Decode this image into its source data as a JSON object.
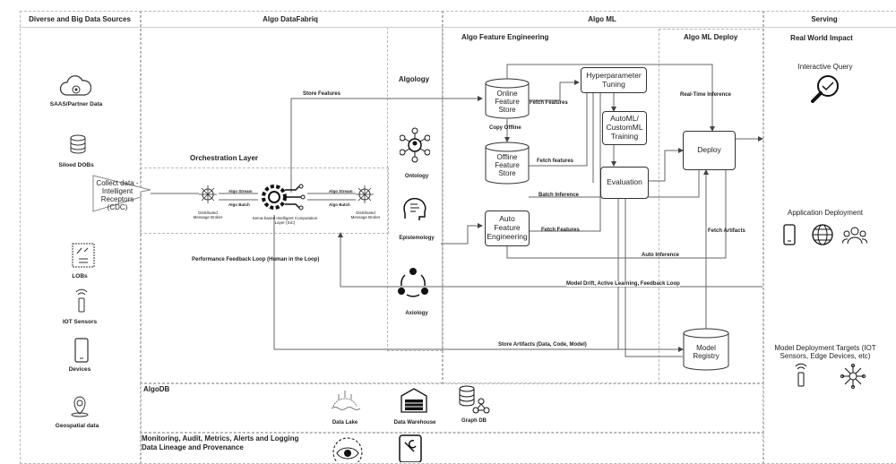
{
  "sections": {
    "sources": "Diverse and Big Data Sources",
    "datafabriq": "Algo DataFabriq",
    "ml": "Algo ML",
    "serving": "Serving"
  },
  "sources": {
    "saas": "SAAS/Partner Data",
    "siloed": "Siloed DOBs",
    "lobs": "LOBs",
    "iot": "IOT Sensors",
    "devices": "Devices",
    "geo": "Geospatial data"
  },
  "fabriq": {
    "orchestration": "Orchestration Layer",
    "collect": "Collect data - Intelligent Receptors (CDC)",
    "store_features": "Store Features",
    "broker_left": "Distributed Message Broker",
    "broker_right": "Distributed Message Broker",
    "engine": "Sema-based Intelligent Computation Layer (SiC)",
    "algo_stream_l": "Algo Stream",
    "algo_batch_l": "Algo Batch",
    "algo_stream_r": "Algo Stream",
    "algo_batch_r": "Algo Batch",
    "perf_loop": "Performance Feedback Loop (Human in the Loop)"
  },
  "algology": {
    "title": "Algology",
    "ontology": "Ontology",
    "epistemology": "Epistemology",
    "axiology": "Axiology"
  },
  "ml": {
    "feature_eng": "Algo Feature Engineering",
    "deploy_title": "Algo ML Deploy",
    "online_store": "Online Feature Store",
    "offline_store": "Offline Feature Store",
    "auto_fe": "Auto Feature Engineering",
    "hyper": "Hyperparameter Tuning",
    "automl": "AutoML/ CustomML Training",
    "evaluation": "Evaluation",
    "deploy": "Deploy",
    "registry": "Model Registry",
    "fetch_features_1": "Fetch Features",
    "copy_offline": "Copy Offline",
    "fetch_features_2": "Fetch features",
    "batch_inference": "Batch Inference",
    "fetch_features_3": "Fetch Features",
    "realtime": "Real-Time Inference",
    "auto_inference": "Auto Inference",
    "fetch_artifacts": "Fetch Artifacts",
    "drift": "Model Drift, Active Learning, Feedback Loop",
    "store_artifacts": "Store Artifacts (Data, Code, Model)"
  },
  "serving": {
    "impact": "Real World Impact",
    "query": "Interactive Query",
    "app": "Application Deployment",
    "targets": "Model Deployment Targets (IOT Sensors, Edge Devices, etc)"
  },
  "algodb": {
    "title": "AlgoDB",
    "lake": "Data Lake",
    "warehouse": "Data Warehouse",
    "graph": "Graph DB"
  },
  "monitoring": {
    "line1": "Monitoring, Audit, Metrics, Alerts and Logging",
    "line2": "Data Lineage and Provenance"
  }
}
